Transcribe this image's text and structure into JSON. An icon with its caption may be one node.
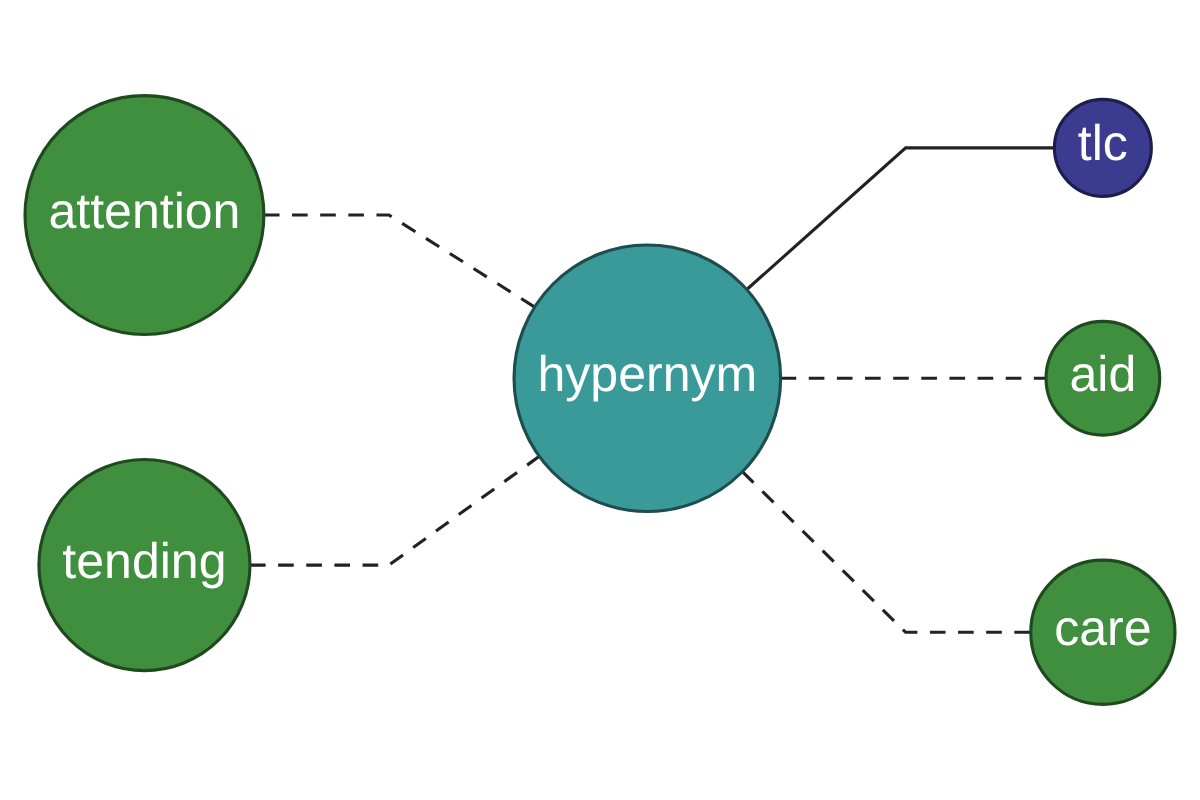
{
  "diagram": {
    "nodes": [
      {
        "text": [
          "tlc"
        ]
      },
      {
        "text": [
          "attention"
        ]
      },
      {
        "text": [
          "hypernym"
        ]
      },
      {
        "text": [
          "tending"
        ]
      },
      {
        "text": [
          "aid"
        ]
      },
      {
        "text": [
          "care"
        ]
      }
    ],
    "edges": [
      {
        "from": 1,
        "to": 2,
        "arrow": "none",
        "style": "dashed"
      },
      {
        "from": 2,
        "to": 0,
        "arrow": "none"
      },
      {
        "from": 3,
        "to": 2,
        "arrow": "none",
        "style": "dashed"
      },
      {
        "from": 2,
        "to": 4,
        "arrow": "none",
        "style": "dashed"
      },
      {
        "from": 2,
        "to": 5,
        "arrow": "none",
        "style": "dashed"
      }
    ]
  }
}
